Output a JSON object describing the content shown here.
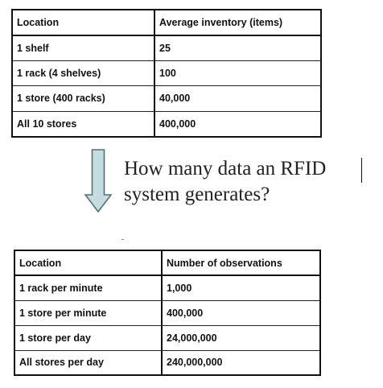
{
  "inventory_table": {
    "headers": [
      "Location",
      "Average inventory (items)"
    ],
    "rows": [
      [
        "1 shelf",
        "25"
      ],
      [
        "1 rack (4 shelves)",
        "100"
      ],
      [
        "1 store (400 racks)",
        "40,000"
      ],
      [
        "All 10 stores",
        "400,000"
      ]
    ]
  },
  "question": {
    "text": "How many data an RFID system generates?"
  },
  "observations_table": {
    "headers": [
      "Location",
      "Number of observations"
    ],
    "rows": [
      [
        "1 rack per minute",
        "1,000"
      ],
      [
        "1 store per minute",
        "400,000"
      ],
      [
        "1 store per day",
        "24,000,000"
      ],
      [
        "All stores per day",
        "240,000,000"
      ]
    ]
  },
  "colors": {
    "arrow_fill": "#c5dde0",
    "arrow_stroke": "#55707a",
    "table_border": "#111111"
  },
  "icons": {
    "arrow": "down-arrow-icon"
  }
}
